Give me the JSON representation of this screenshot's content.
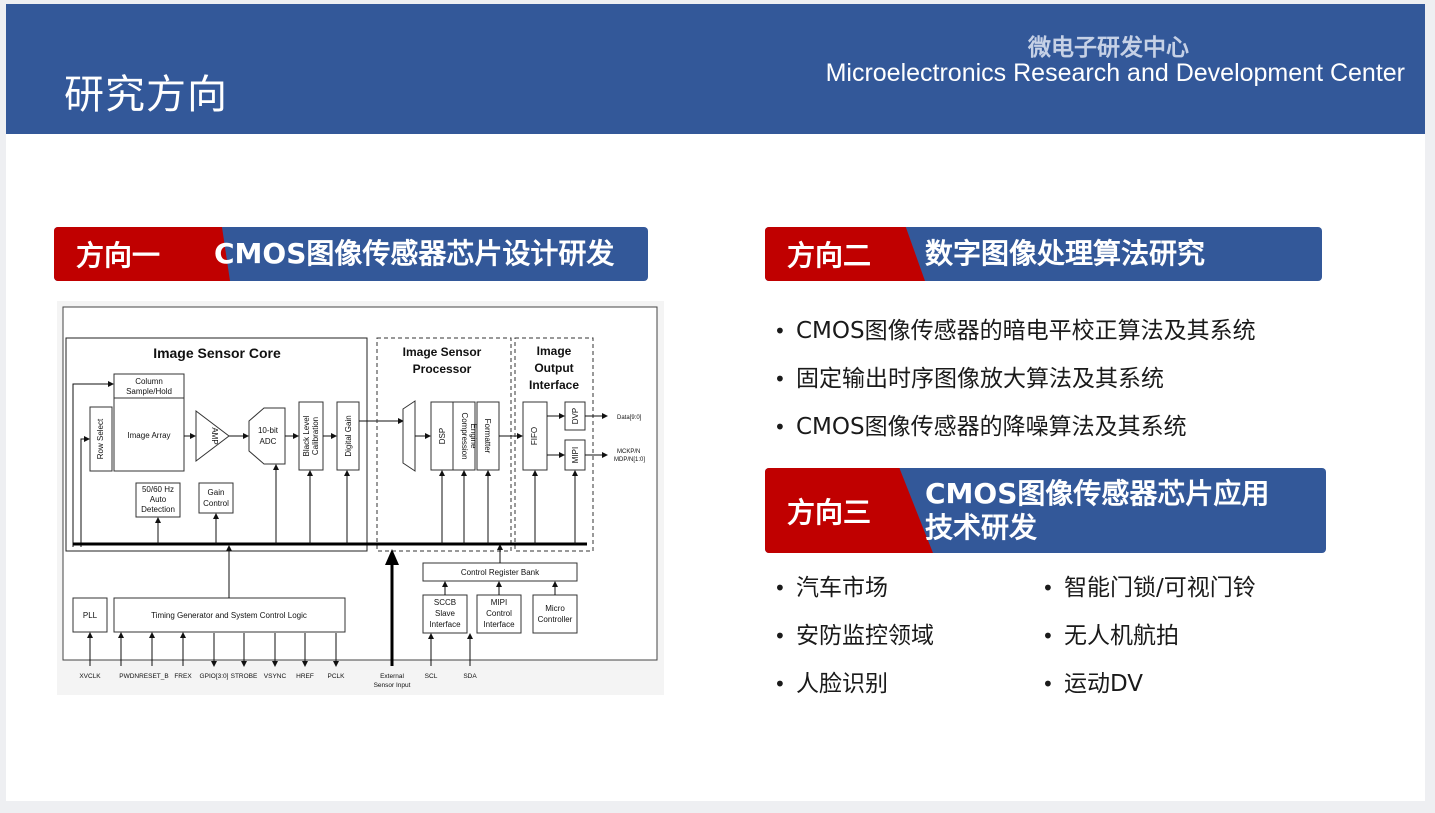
{
  "header": {
    "title": "研究方向",
    "org_cn": "微电子研发中心",
    "org_en": "Microelectronics Research and Development Center"
  },
  "direction1": {
    "tag": "方向一",
    "title": "CMOS图像传感器芯片设计研发"
  },
  "direction2": {
    "tag": "方向二",
    "title": "数字图像处理算法研究",
    "items": [
      "CMOS图像传感器的暗电平校正算法及其系统",
      "固定输出时序图像放大算法及其系统",
      "CMOS图像传感器的降噪算法及其系统"
    ]
  },
  "direction3": {
    "tag": "方向三",
    "title_line1": "CMOS图像传感器芯片应用",
    "title_line2": "技术研发",
    "items_left": [
      "汽车市场",
      "安防监控领域",
      "人脸识别"
    ],
    "items_right": [
      "智能门锁/可视门铃",
      "无人机航拍",
      "运动DV"
    ]
  },
  "bullet_char": "•",
  "diagram": {
    "core_title": "Image Sensor Core",
    "processor_title_1": "Image Sensor",
    "processor_title_2": "Processor",
    "output_title_1": "Image",
    "output_title_2": "Output",
    "output_title_3": "Interface",
    "column_1": "Column",
    "column_2": "Sample/Hold",
    "row_select": "Row Select",
    "image_array": "Image Array",
    "amp": "AMP",
    "adc_1": "10-bit",
    "adc_2": "ADC",
    "blc_1": "Black Level",
    "blc_2": "Calibration",
    "digital_gain": "Digital Gain",
    "dsp": "DSP",
    "comp_1": "Compression",
    "comp_2": "Engine",
    "formatter": "Formatter",
    "fifo": "FIFO",
    "dvp": "DVP",
    "mipi": "MIPI",
    "data_out": "Data[9:0]",
    "mck_1": "MCKP/N",
    "mck_2": "MDP/N[1:0]",
    "auto_1": "50/60 Hz",
    "auto_2": "Auto",
    "auto_3": "Detection",
    "gain_1": "Gain",
    "gain_2": "Control",
    "crb": "Control Register Bank",
    "pll": "PLL",
    "timing": "Timing Generator and System Control Logic",
    "sccb_1": "SCCB",
    "sccb_2": "Slave",
    "sccb_3": "Interface",
    "mipic_1": "MIPI",
    "mipic_2": "Control",
    "mipic_3": "Interface",
    "micro_1": "Micro",
    "micro_2": "Controller",
    "pins": {
      "xvclk": "XVCLK",
      "pwdn": "PWDNRESET_B",
      "frex": "FREX",
      "gpio": "GPIO[3:0]",
      "strobe": "STROBE",
      "vsync": "VSYNC",
      "href": "HREF",
      "pclk": "PCLK",
      "ext_1": "External",
      "ext_2": "Sensor Input",
      "scl": "SCL",
      "sda": "SDA"
    }
  },
  "colors": {
    "header_blue": "#335899",
    "accent_red": "#c00000"
  }
}
